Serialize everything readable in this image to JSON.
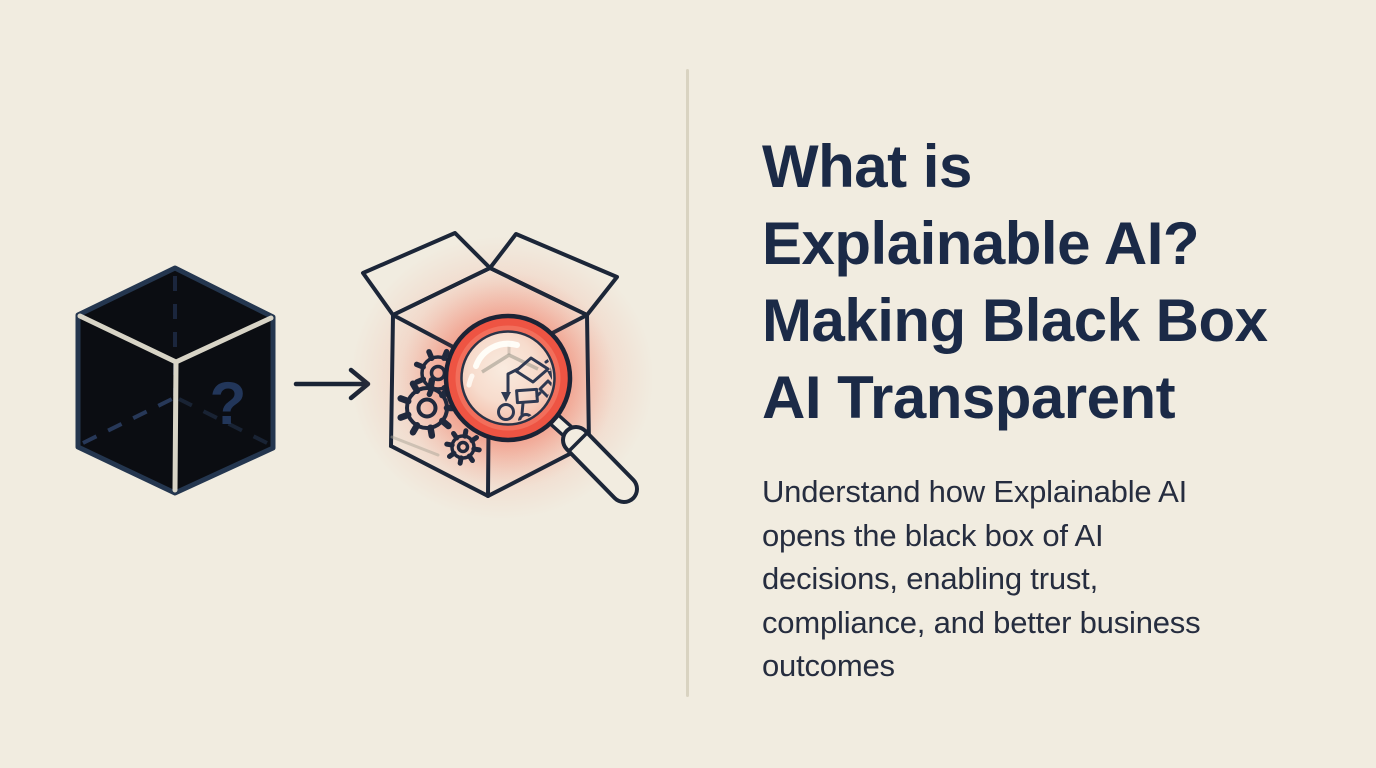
{
  "page": {
    "background": "#f1ece0"
  },
  "divider": {
    "color": "#d9d3c1"
  },
  "headline": {
    "color": "#1b2a47",
    "lines": [
      "What is",
      "Explainable AI?",
      "Making Black Box",
      "AI Transparent"
    ]
  },
  "subheadline": {
    "color": "#262d3f",
    "lines": [
      "Understand how Explainable AI",
      "opens the black box of AI",
      "decisions, enabling trust,",
      "compliance, and better business",
      "outcomes"
    ]
  },
  "illustration": {
    "black_box_cube": {
      "question_mark": "?",
      "fill": "#0b0d12",
      "outline": "#24364f",
      "highlight_edge": "#d8d4c6"
    },
    "transform_arrow": {
      "direction": "right",
      "color": "#1a2435"
    },
    "open_box": {
      "outline": "#1c2638",
      "glow": "#f2644b"
    },
    "magnifier": {
      "ring": "#ee5443",
      "outline": "#1c2335",
      "lens_tint": "#f6d4c4"
    },
    "flowchart": {
      "stroke": "#2e3952"
    },
    "gears": {
      "stroke": "#20293d",
      "count": 3
    }
  }
}
